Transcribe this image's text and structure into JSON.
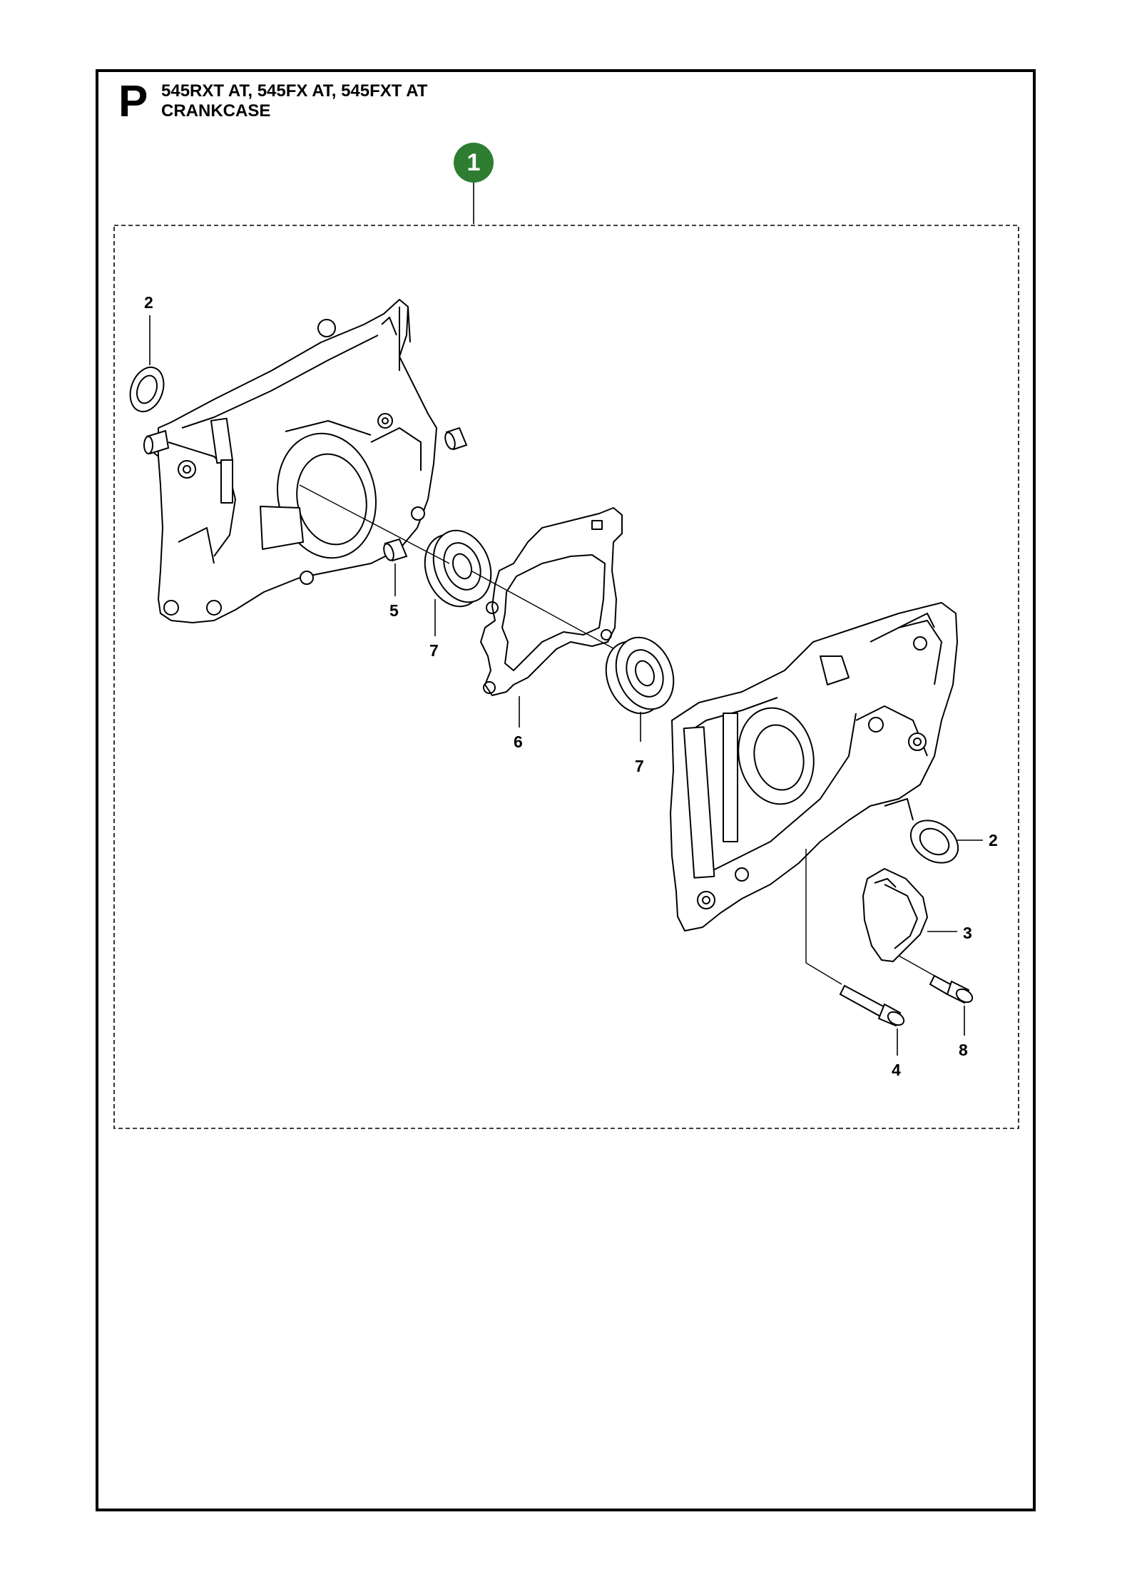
{
  "header": {
    "section_letter": "P",
    "models": "545RXT AT, 545FX AT, 545FXT AT",
    "section_title": "CRANKCASE"
  },
  "kit": {
    "number": "1",
    "color": "#2e7d32"
  },
  "callouts": {
    "seal_left": "2",
    "seal_right": "2",
    "cover": "3",
    "screw_long": "4",
    "pin": "5",
    "gasket": "6",
    "bearing_left": "7",
    "bearing_right": "7",
    "screw_short": "8"
  }
}
